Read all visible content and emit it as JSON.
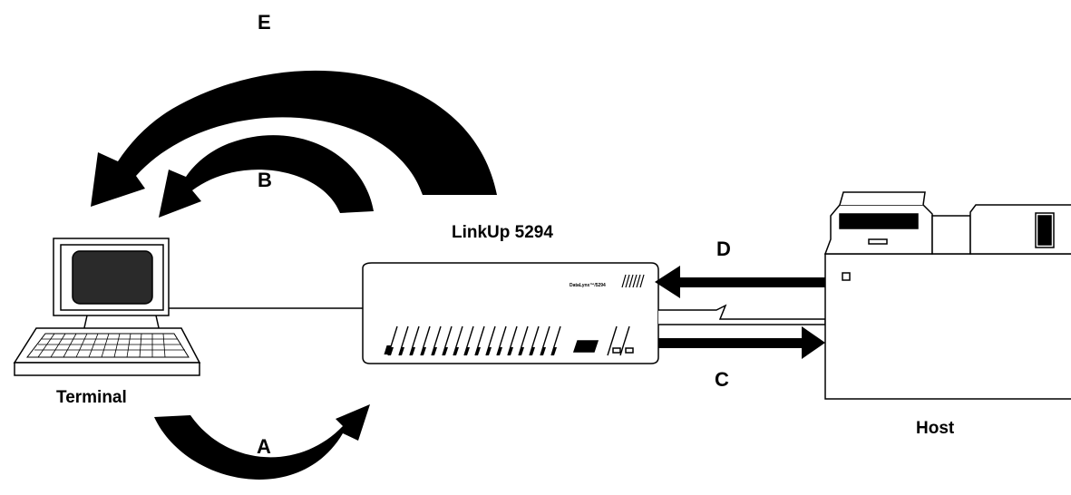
{
  "labels": {
    "a": "A",
    "b": "B",
    "c": "C",
    "d": "D",
    "e": "E",
    "terminal": "Terminal",
    "host": "Host",
    "device": "LinkUp 5294"
  },
  "device_panel": {
    "brand": "DataLynx™/5294"
  },
  "colors": {
    "ink": "#000000",
    "screen": "#2a2a2a",
    "background": "#ffffff"
  },
  "icons": {
    "terminal": "terminal-computer-icon",
    "host": "host-mainframe-icon",
    "device": "controller-box-icon"
  }
}
